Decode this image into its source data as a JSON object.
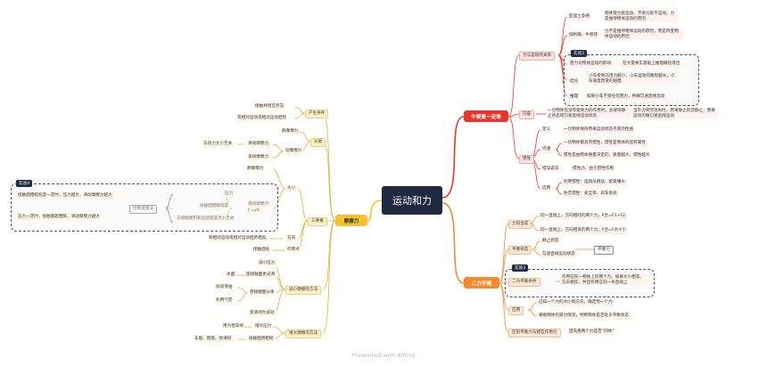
{
  "root": "运动和力",
  "branches": {
    "newton": "牛顿第一定律",
    "balance": "二力平衡",
    "friction": "摩擦力"
  },
  "newton": {
    "relation": "力与运动的关系",
    "r1": "亚里士多德",
    "r1d": "物体受力就运动，不受力就不运动，力是维持物体运动的原因",
    "r2": "伽利略、牛顿等",
    "r2d": "力不是维持物体运动的原因，而是改变物体运动的原因",
    "exp_tag": "实验2",
    "e1": "阻力对物体运动的影响",
    "e1d": "在大量事实基础上推理概括得出",
    "e2": "结论",
    "e2d": "小车受到的阻力越小，小车运动的路程越长，小车速度改变的越慢",
    "e3": "推理",
    "e3d": "如果小车不受任何阻力，将做匀速直线运动",
    "content": "内容",
    "content_d1": "一切物体在没有受到力的作用时，总保持静止状态或匀速直线运动状态",
    "content_d2": "当外力突然消失时，原来静止的还静止，原来运动的做匀速直线运动",
    "inertia": "惯性",
    "i_def": "定义",
    "i_def_d": "一切物体保持原来运动状态不变的性质",
    "i_nature": "内涵",
    "i_n1": "一切物体都具有惯性，惯性是物体的固有属性",
    "i_n2": "惯性是由物体质量决定的，质量越大，惯性越大",
    "i_wrong": "错误说法",
    "i_wrong_d": "惯性力、由于惯性作用",
    "i_use": "应用",
    "i_u1": "利用惯性：运动员跳远、套紧锤头",
    "i_u2": "防范惯性：安全带、刹车系统"
  },
  "balance": {
    "composition": "力的合成",
    "c1": "同一直线上，方向相同的两个力，F合=F1+F2",
    "c2": "同一直线上，方向相反的两个力，F合=F大-F小",
    "state": "平衡状态",
    "s1": "静止状态",
    "s2": "匀速直线运动状态",
    "s_force": "平衡力",
    "exp_tag": "实验3",
    "cond": "二力平衡条件",
    "cond_d": "作用在同一物体上的两个力，如果大小相等、方向相反，并且作用在同一条直线上",
    "apply": "应用",
    "a1": "已知一个力的大小和方向，确定另一个力",
    "a2": "根据物体的受力情况，判断物体是否处于平衡状态",
    "diff": "区别平衡力与相互作用力",
    "diff_d": "首先看两个力是否“同体”"
  },
  "friction": {
    "cond": "产生条件",
    "cond1": "接触并相互挤压",
    "cond2": "有相对运动或相对运动趋势",
    "kinds": "分类",
    "k1": "静摩擦力",
    "k2": "动摩擦力",
    "k2a": "滑动摩擦力",
    "k2b": "滚动摩擦力",
    "k2a_note": "与动力大小无关",
    "elements": "三要素",
    "size": "大小",
    "sz1": "静摩擦力",
    "sz2": "滑动摩擦力",
    "sz2_formula": "F=μN",
    "sz2a": "压力",
    "sz2b": "接触面粗糙程度",
    "sz2c": "与接触面积和运动速度大小无关",
    "control": "控制变量法",
    "exp_tag": "实验4",
    "exp1": "接触面粗糙程度一定时，压力越大，滑动摩擦力越大",
    "exp2": "压力一定时，接触面越粗糙，滑动摩擦力越大",
    "direction": "方向",
    "dir_d": "和相对运动或相对运动趋势相反",
    "point": "作用点",
    "point_d": "接触面处",
    "reduce": "减小摩擦的方法",
    "rd1": "减小压力",
    "rd2": "使接触面更光滑",
    "rd2_ex": "冰面",
    "rd3": "使接触面分离",
    "rd3_ex1": "加润滑油",
    "rd3_ex2": "利用气垫",
    "rd4": "变滑动为滚动",
    "increase": "增大摩擦的方法",
    "in1": "增大压力",
    "in1_ex": "用力捏车闸",
    "in2": "接触面更粗糙",
    "in2_ex": "车胎、鞋底、防滑链"
  },
  "footer": "Presented with XMind",
  "colors": {
    "root": "#1f2940",
    "newton": "#e8342e",
    "balance": "#f28a2e",
    "friction": "#f5c12e"
  }
}
